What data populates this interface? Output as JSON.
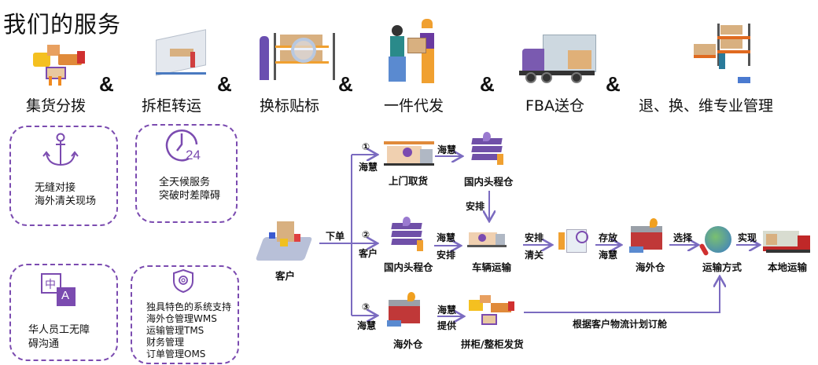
{
  "title": "我们的服务",
  "accent_color": "#7b4bb0",
  "services": [
    {
      "label": "集货分拨",
      "icon": "forklift-delivery-icon"
    },
    {
      "label": "拆柜转运",
      "icon": "container-unloading-icon"
    },
    {
      "label": "换标贴标",
      "icon": "shelf-inspection-icon"
    },
    {
      "label": "一件代发",
      "icon": "package-handover-icon"
    },
    {
      "label": "FBA送仓",
      "icon": "delivery-truck-icon"
    },
    {
      "label": "退、换、维专业管理",
      "icon": "warehouse-shelf-icon"
    }
  ],
  "ampersand": "&",
  "features": [
    {
      "icon": "anchor-icon",
      "lines": [
        "无缝对接",
        "海外清关现场"
      ]
    },
    {
      "icon": "clock-24-icon",
      "icon_text": "24",
      "lines": [
        "全天候服务",
        "突破时差障碍"
      ]
    },
    {
      "icon": "translate-icon",
      "icon_text_a": "中",
      "icon_text_b": "A",
      "lines": [
        "华人员工无障",
        "碍沟通"
      ]
    },
    {
      "icon": "shield-gear-icon",
      "lines": [
        "独具特色的系统支持",
        "海外仓管理WMS",
        "运输管理TMS",
        "财务管理",
        "订单管理OMS"
      ]
    }
  ],
  "flow": {
    "customer": "客户",
    "order": "下单",
    "route1": {
      "num": "①",
      "by": "海慧",
      "pickup": "上门取货",
      "to_label": "海慧",
      "domestic": "国内头程仓",
      "arrange": "安排"
    },
    "route2": {
      "num": "②",
      "by": "客户",
      "domestic": "国内头程仓",
      "arrow_top": "海慧",
      "arrow_bottom": "安排",
      "vehicle": "车辆运输",
      "clear_top": "安排",
      "clear_bottom": "清关",
      "store_top": "存放",
      "store_bottom": "海慧",
      "overseas": "海外仓",
      "choose": "选择",
      "transport": "运输方式",
      "realize": "实现",
      "local": "本地运输"
    },
    "route3": {
      "num": "③",
      "by": "海慧",
      "overseas": "海外仓",
      "arrow_top": "海慧",
      "arrow_bottom": "提供",
      "consolidate": "拼柜/整柜发货",
      "booking": "根据客户物流计划订舱"
    }
  }
}
